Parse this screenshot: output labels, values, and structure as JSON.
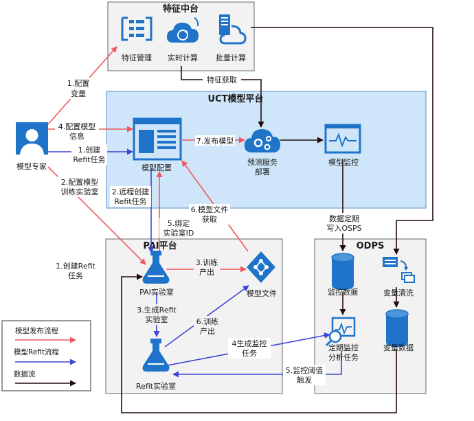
{
  "containers": {
    "feature_platform": "特征中台",
    "uct_platform": "UCT模型平台",
    "pai_platform": "PAI平台",
    "odps": "ODPS"
  },
  "nodes": {
    "feature_mgmt": "特征管理",
    "realtime_compute": "实时计算",
    "batch_compute": "批量计算",
    "model_expert": "模型专家",
    "model_config": "模型配置",
    "predict_service": [
      "预测服务",
      "部署"
    ],
    "model_monitor": "模型监控",
    "pai_lab": "PAI实验室",
    "model_file": "模型文件",
    "refit_lab": "Refit实验室",
    "monitor_data": "监控数据",
    "var_clean": "变量清洗",
    "periodic_monitor": [
      "定期监控",
      "分析任务"
    ],
    "var_data": "变量数据"
  },
  "edge_labels": {
    "e1_config_var": [
      "1.配置",
      "变量"
    ],
    "feature_fetch": "特征获取",
    "e4_config_model": [
      "4.配置模型",
      "信息"
    ],
    "e1_create_refit": [
      "1.创建",
      "Refit任务"
    ],
    "e2_config_train": [
      "2.配置模型",
      "训练实验室"
    ],
    "e7_publish": "7.发布模型",
    "e2_remote_refit": [
      "2.远程创建",
      "Refit任务"
    ],
    "e6_model_file_fetch": [
      "6.模型文件",
      "获取"
    ],
    "e5_bind_lab": [
      "5.绑定",
      "实验室ID"
    ],
    "data_to_odps": [
      "数据定期",
      "写入OSPS"
    ],
    "e1_create_refit_left": [
      "1.创建Refit",
      "任务"
    ],
    "e3_train_output": [
      "3.训练",
      "产出"
    ],
    "e3_gen_refit": [
      "3.生成Refit",
      "实验室"
    ],
    "e6_train_output": [
      "6.训练",
      "产出"
    ],
    "e4_gen_monitor": [
      "4生成监控",
      "任务"
    ],
    "e5_monitor_trigger": [
      "5.监控阈值",
      "触发"
    ]
  },
  "legend": {
    "publish_flow": "模型发布流程",
    "refit_flow": "模型Refit流程",
    "data_flow": "数据流"
  },
  "colors": {
    "publish": "#f0575c",
    "refit": "#3d45d6",
    "data": "#220a0a",
    "icon": "#1f73c8",
    "uct_bg": "#cfe6fa",
    "gray_bg": "#f2f2f2"
  }
}
